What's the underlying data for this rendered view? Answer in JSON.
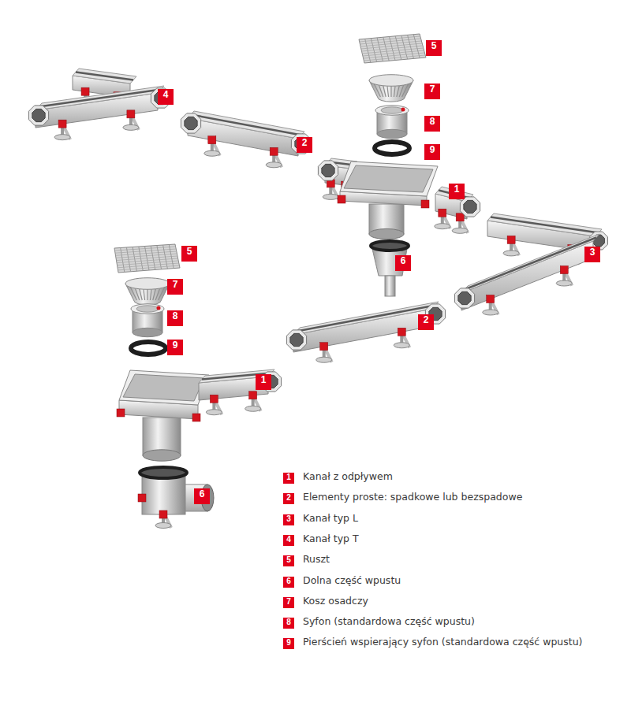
{
  "diagram": {
    "labels": [
      "5",
      "7",
      "4",
      "8",
      "2",
      "9",
      "1",
      "5",
      "3",
      "6",
      "7",
      "8",
      "2",
      "9",
      "1",
      "6",
      "1",
      "2",
      "3",
      "4",
      "5",
      "6",
      "7",
      "8",
      "9"
    ],
    "legend": [
      {
        "text": "Kanał z odpływem",
        "color": "#e2001a"
      },
      {
        "text": "Elementy proste: spadkowe lub bezspadowe",
        "color": "#e2001a"
      },
      {
        "text": "Kanał typ L",
        "color": "#e2001a"
      },
      {
        "text": "Kanał typ T",
        "color": "#e2001a"
      },
      {
        "text": "Ruszt",
        "color": "#e2001a"
      },
      {
        "text": "Dolna część wpustu",
        "color": "#e2001a"
      },
      {
        "text": "Kosz osadczy",
        "color": "#e2001a"
      },
      {
        "text": "Syfon (standardowa część wpustu)",
        "color": "#e2001a"
      },
      {
        "text": "Pierścień wspierający syfon (standardowa część wpustu)",
        "color": "#e2001a"
      }
    ]
  }
}
